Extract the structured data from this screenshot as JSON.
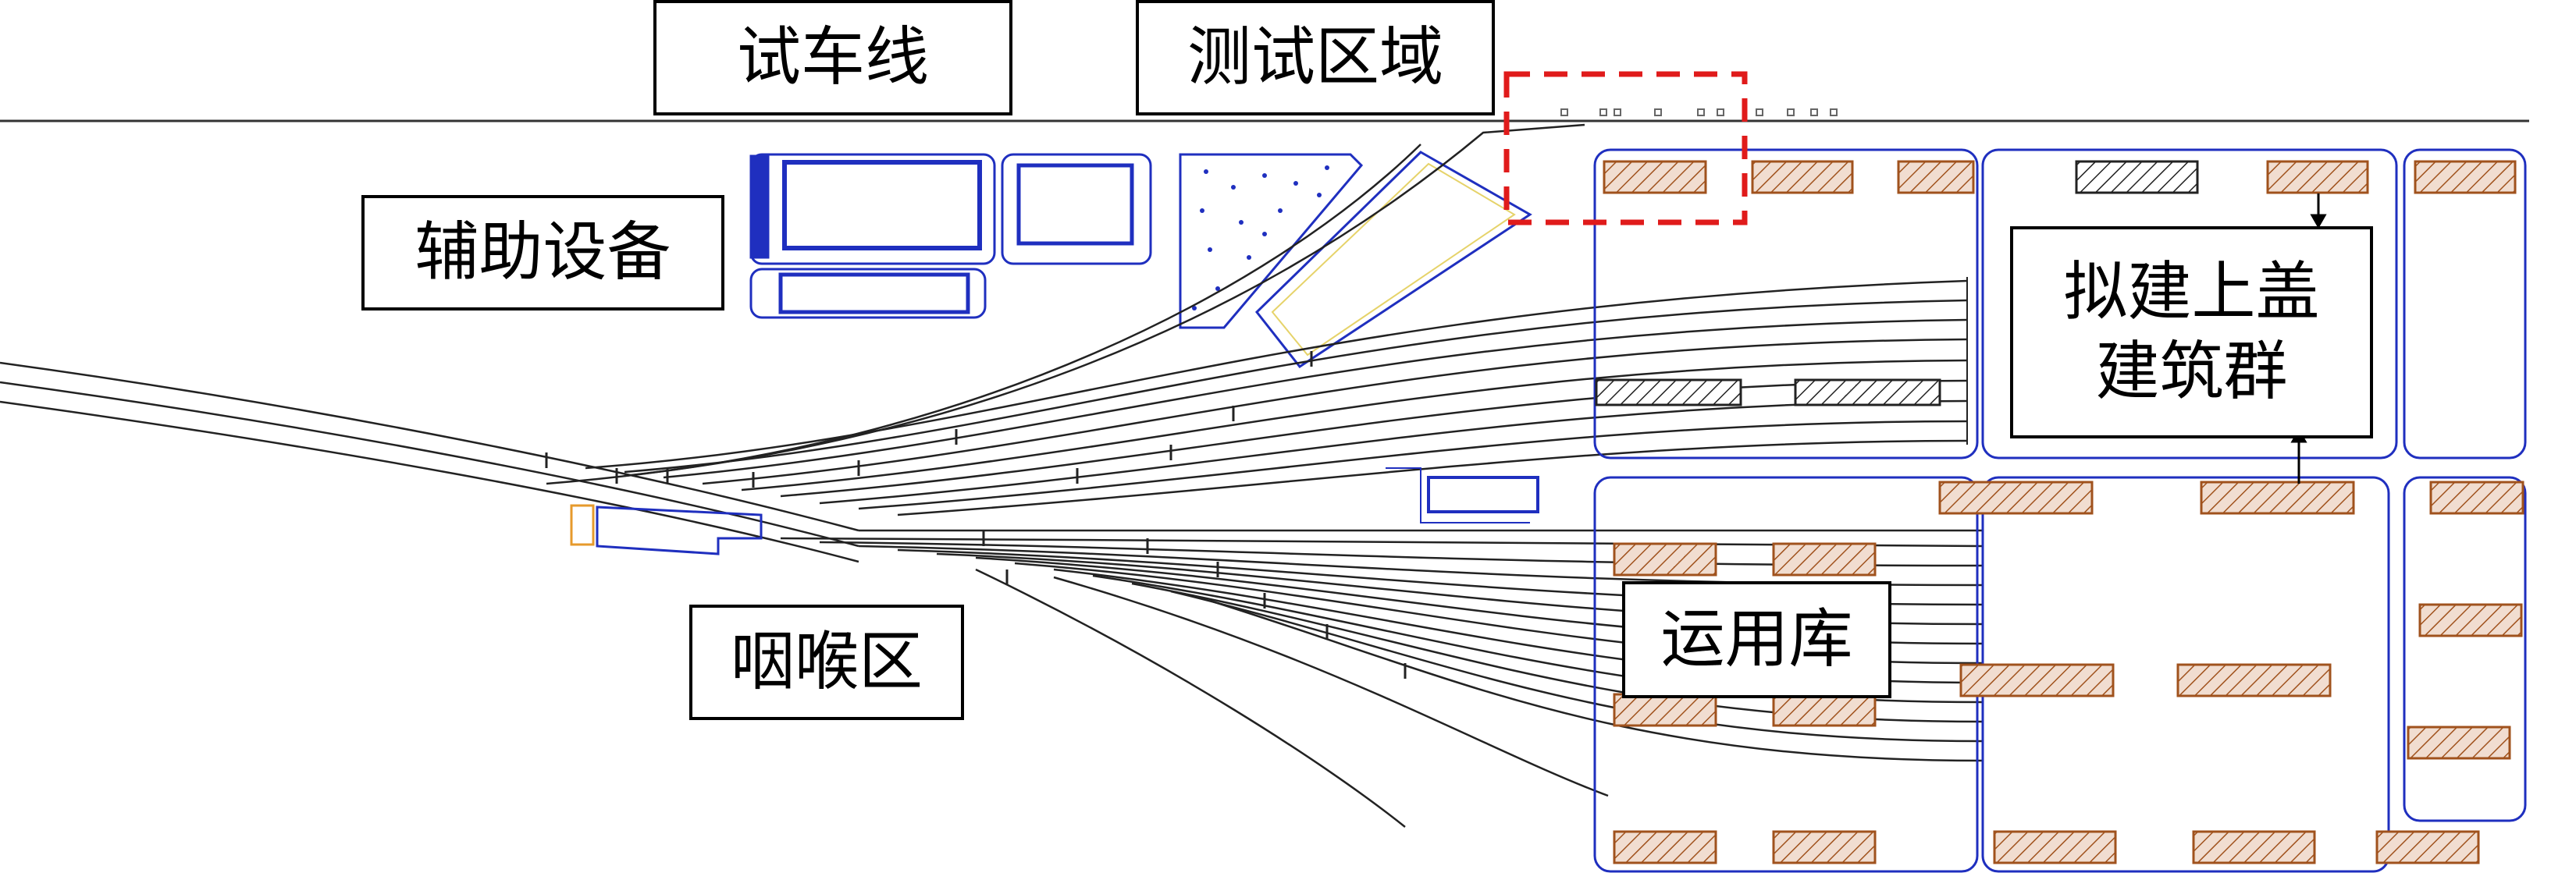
{
  "labels": {
    "test_line": "试车线",
    "test_area": "测试区域",
    "aux_equipment": "辅助设备",
    "throat_area": "咽喉区",
    "depot": "运用库",
    "planned_buildings_line1": "拟建上盖",
    "planned_buildings_line2": "建筑群"
  },
  "colors": {
    "track": "#222222",
    "outline_blue": "#1f2fbf",
    "building_fill": "#d9b49a",
    "building_stroke": "#a0521d",
    "test_area_dash": "#e01b1b",
    "label_border": "#000000"
  }
}
